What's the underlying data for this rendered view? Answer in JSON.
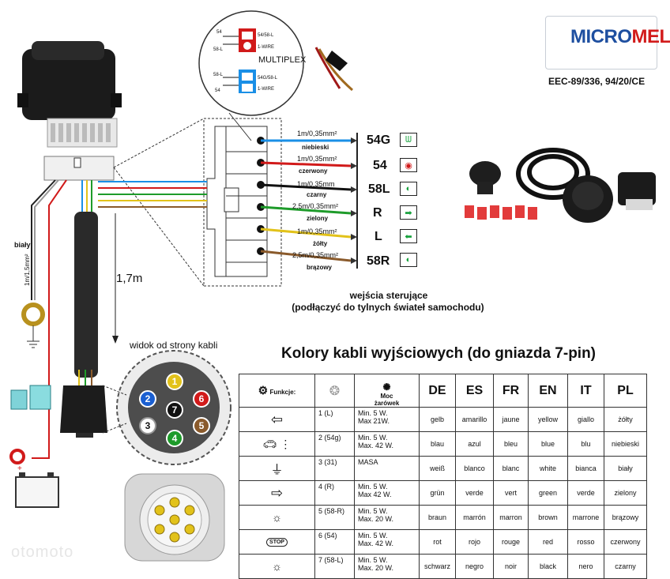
{
  "brand": {
    "name_part1": "MICRO",
    "name_part2": "MEL",
    "certification": "EEC-89/336, 94/20/CE"
  },
  "multiplex": {
    "label": "MULTIPLEX",
    "top_pins": [
      "54",
      "58-L"
    ],
    "top_pins_right": [
      "54/58-L",
      "1-WIRE"
    ],
    "bottom_pins": [
      "58-L",
      "54"
    ],
    "bottom_pins_right": [
      "54G/58-L",
      "1-WIRE"
    ]
  },
  "wires": [
    {
      "spec": "1m/0,35mm²",
      "color_name": "niebieski",
      "signal": "54G",
      "color": "#1a8fe6",
      "icon": "turn-signal-icon"
    },
    {
      "spec": "1m/0,35mm²",
      "color_name": "czerwony",
      "signal": "54",
      "color": "#d11a1a",
      "icon": "stop-icon"
    },
    {
      "spec": "1m/0,35mm",
      "color_name": "czarny",
      "signal": "58L",
      "color": "#111111",
      "icon": "position-light-icon"
    },
    {
      "spec": "2,5m/0,35mm²",
      "color_name": "zielony",
      "signal": "R",
      "color": "#1e9b2a",
      "icon": "right-arrow-icon"
    },
    {
      "spec": "1m/0,35mm²",
      "color_name": "żółty",
      "signal": "L",
      "color": "#e2c21a",
      "icon": "left-arrow-icon"
    },
    {
      "spec": "2,5m/0,35mm²",
      "color_name": "brązowy",
      "signal": "58R",
      "color": "#8a5a2b",
      "icon": "position-light-icon"
    }
  ],
  "inputs_note_line1": "wejścia sterujące",
  "inputs_note_line2": "(podłączyć do tylnych świateł samochodu)",
  "cable_length": "1,7m",
  "ground_wire": {
    "color_name": "biały",
    "spec": "1m/1,5mm²"
  },
  "socket_view_label": "widok od strony kabli",
  "socket_pins": [
    {
      "n": "1",
      "color": "#e2c21a"
    },
    {
      "n": "2",
      "color": "#1a5fd1"
    },
    {
      "n": "3",
      "color": "#ffffff"
    },
    {
      "n": "4",
      "color": "#1e9b2a"
    },
    {
      "n": "5",
      "color": "#8a5a2b"
    },
    {
      "n": "6",
      "color": "#d11a1a"
    },
    {
      "n": "7",
      "color": "#111111"
    }
  ],
  "table": {
    "title": "Kolory kabli wyjściowych (do gniazda 7-pin)",
    "header": {
      "functions": "Funkcje:",
      "power": "Moc\nżarówek",
      "langs": [
        "DE",
        "ES",
        "FR",
        "EN",
        "IT",
        "PL"
      ]
    },
    "rows": [
      {
        "icon": "left-arrow-outline-icon",
        "pin": "1 (L)",
        "power": "Min. 5 W.\nMax 21W.",
        "names": [
          "gelb",
          "amarillo",
          "jaune",
          "yellow",
          "giallo",
          "żółty"
        ]
      },
      {
        "icon": "car-icon",
        "pin": "2 (54g)",
        "power": "Min. 5 W.\nMax. 42 W.",
        "names": [
          "blau",
          "azul",
          "bleu",
          "blue",
          "blu",
          "niebieski"
        ]
      },
      {
        "icon": "ground-icon",
        "pin": "3 (31)",
        "power": "MASA",
        "names": [
          "weiß",
          "blanco",
          "blanc",
          "white",
          "bianca",
          "biały"
        ]
      },
      {
        "icon": "right-arrow-outline-icon",
        "pin": "4 (R)",
        "power": "Min. 5 W.\nMax 42 W.",
        "names": [
          "grün",
          "verde",
          "vert",
          "green",
          "verde",
          "zielony"
        ]
      },
      {
        "icon": "lamp-icon",
        "pin": "5 (58-R)",
        "power": "Min. 5 W.\nMax. 20 W.",
        "names": [
          "braun",
          "marrón",
          "marron",
          "brown",
          "marrone",
          "brązowy"
        ]
      },
      {
        "icon": "stop-sign-icon",
        "pin": "6 (54)",
        "power": "Min. 5 W.\nMax. 42 W.",
        "names": [
          "rot",
          "rojo",
          "rouge",
          "red",
          "rosso",
          "czerwony"
        ]
      },
      {
        "icon": "lamp-icon",
        "pin": "7 (58-L)",
        "power": "Min. 5 W.\nMax. 20 W.",
        "names": [
          "schwarz",
          "negro",
          "noir",
          "black",
          "nero",
          "czarny"
        ]
      }
    ]
  },
  "watermark": "otomoto"
}
